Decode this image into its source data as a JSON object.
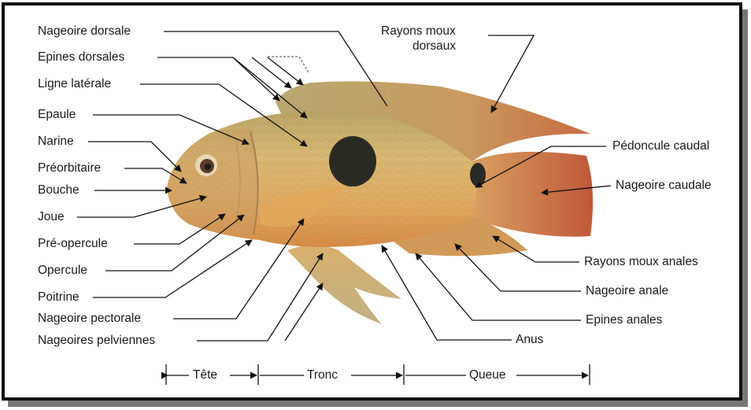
{
  "labels": {
    "nageoire_dorsale": "Nageoire dorsale",
    "epines_dorsales": "Epines dorsales",
    "ligne_laterale": "Ligne latérale",
    "epaule": "Epaule",
    "narine": "Narine",
    "preorbitaire": "Préorbitaire",
    "bouche": "Bouche",
    "joue": "Joue",
    "pre_opercule": "Pré-opercule",
    "opercule": "Opercule",
    "poitrine": "Poitrine",
    "nageoire_pectorale": "Nageoire pectorale",
    "nageoires_pelviennes": "Nageoires pelviennes",
    "rayons_moux_dorsaux_1": "Rayons moux",
    "rayons_moux_dorsaux_2": "dorsaux",
    "pedoncule_caudal": "Pédoncule caudal",
    "nageoire_caudale": "Nageoire caudale",
    "rayons_moux_anales": "Rayons moux anales",
    "nageoire_anale": "Nageoire anale",
    "epines_anales": "Epines anales",
    "anus": "Anus"
  },
  "sections": {
    "tete": "Tête",
    "tronc": "Tronc",
    "queue": "Queue"
  },
  "colors": {
    "frame": "#111111",
    "body_gold": "#d9a85a",
    "fin_orange": "#c8703a",
    "blotch": "#2a2a24"
  }
}
